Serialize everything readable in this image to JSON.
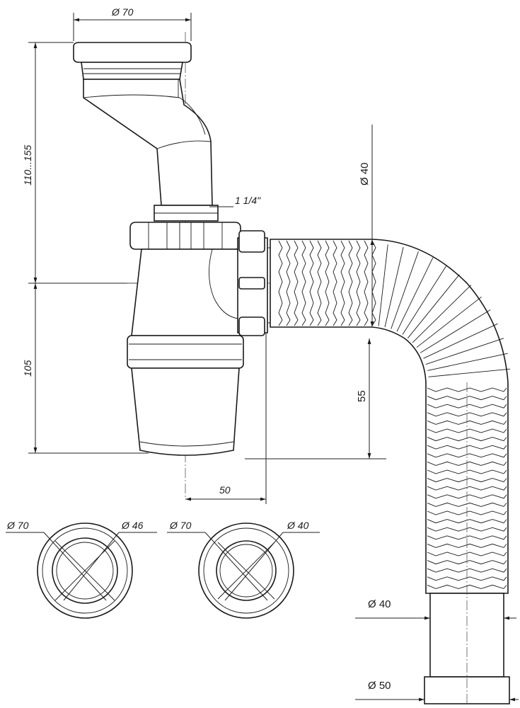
{
  "dimensions": {
    "top_diameter": "Ø 70",
    "height_adjust": "110...155",
    "thread": "1 1/4\"",
    "lower_height": "105",
    "offset": "50",
    "hose_diameter": "Ø 40",
    "hose_height": "55",
    "hose_end_inner": "Ø 40",
    "hose_end_outer": "Ø 50"
  },
  "rings": {
    "left": {
      "outer": "Ø 70",
      "inner": "Ø 46"
    },
    "right": {
      "outer": "Ø 70",
      "inner": "Ø 40"
    }
  }
}
